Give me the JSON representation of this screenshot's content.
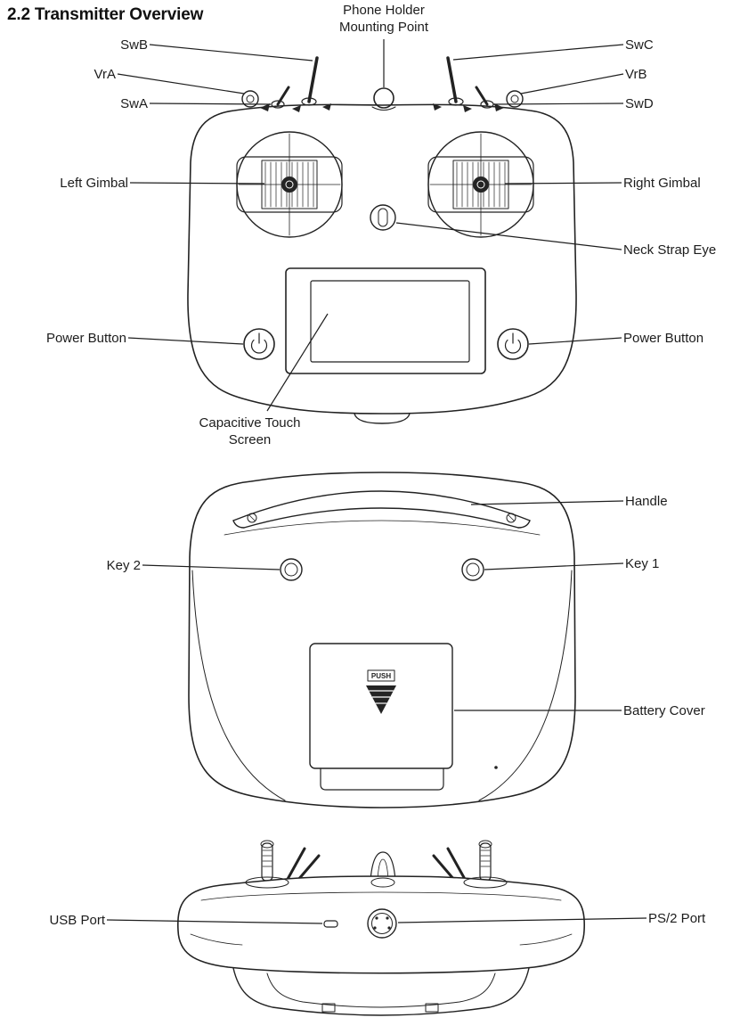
{
  "colors": {
    "ink": "#1f1f1f",
    "background": "#ffffff"
  },
  "title": "2.2 Transmitter Overview",
  "front": {
    "labels": {
      "phone_holder": "Phone Holder Mounting Point",
      "swb": "SwB",
      "vra": "VrA",
      "swa": "SwA",
      "swc": "SwC",
      "vrb": "VrB",
      "swd": "SwD",
      "left_gimbal": "Left Gimbal",
      "right_gimbal": "Right Gimbal",
      "neck_strap_eye": "Neck Strap Eye",
      "power_button_left": "Power Button",
      "power_button_right": "Power Button",
      "touch_screen": "Capacitive Touch Screen"
    }
  },
  "back": {
    "labels": {
      "handle": "Handle",
      "key_2": "Key 2",
      "key_1": "Key 1",
      "battery_cover": "Battery Cover"
    },
    "battery_push_text": "PUSH"
  },
  "top": {
    "labels": {
      "usb_port": "USB Port",
      "ps2_port": "PS/2 Port"
    }
  }
}
